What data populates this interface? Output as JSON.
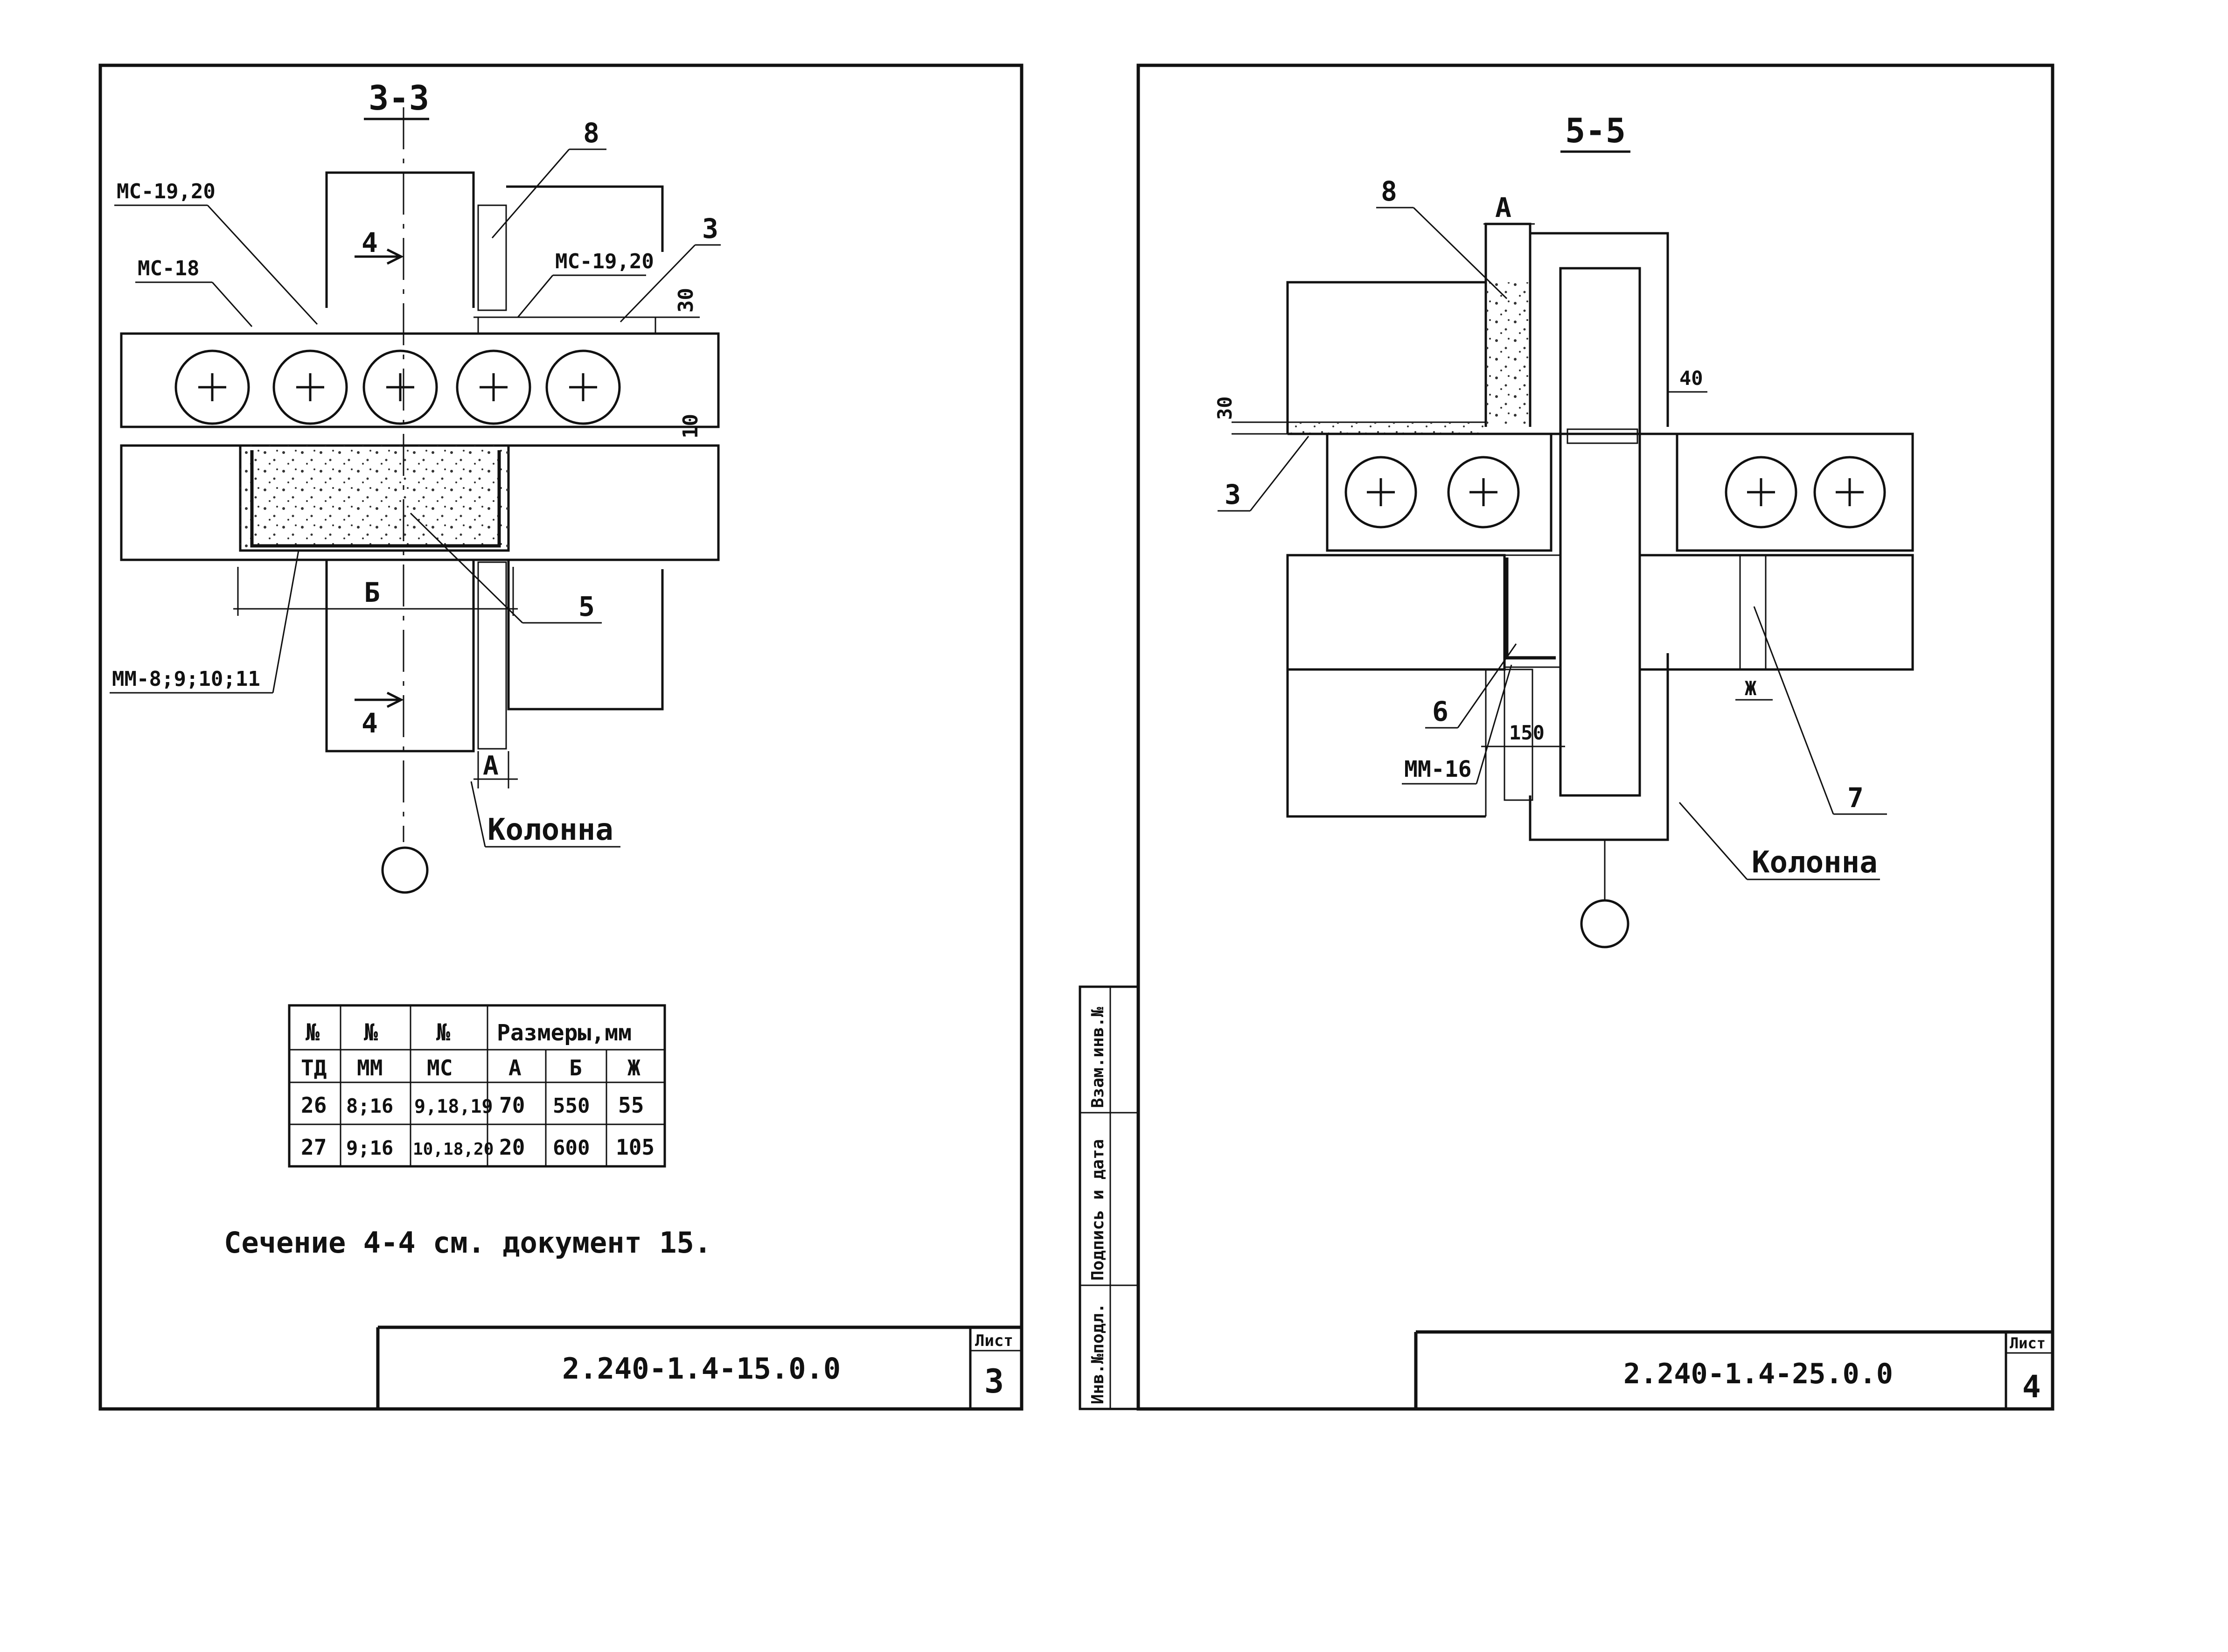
{
  "left_sheet": {
    "section_title": "3-3",
    "labels": {
      "mc_19_20_a": "МС-19,20",
      "mc_18": "МС-18",
      "mc_19_20_b": "МС-19,20",
      "pos_8": "8",
      "pos_3": "3",
      "pos_5": "5",
      "mm_list": "ММ-8;9;10;11",
      "b_dim": "Б",
      "a_dim": "А",
      "arrow_4_top": "4",
      "arrow_4_bottom": "4",
      "dim_30": "30",
      "dim_10": "10",
      "column": "Колонна"
    },
    "table": {
      "headers_top": [
        "№",
        "№",
        "№",
        "Размеры,мм"
      ],
      "headers_bottom": [
        "ТД",
        "ММ",
        "МС",
        "А",
        "Б",
        "Ж"
      ],
      "rows": [
        [
          "26",
          "8;16",
          "9,18,19",
          "70",
          "550",
          "55"
        ],
        [
          "27",
          "9;16",
          "10,18,20",
          "20",
          "600",
          "105"
        ]
      ]
    },
    "note": "Сечение 4-4 см. документ 15.",
    "title_block": {
      "doc_code": "2.240-1.4-15.0.0",
      "sheet_label": "Лист",
      "sheet_no": "3"
    }
  },
  "right_sheet": {
    "section_title": "5-5",
    "labels": {
      "pos_8": "8",
      "a_dim": "А",
      "dim_40": "40",
      "dim_30": "30",
      "pos_3": "3",
      "pos_6": "6",
      "mm_16": "ММ-16",
      "dim_150": "150",
      "zh_dim": "Ж",
      "pos_7": "7",
      "column": "Колонна"
    },
    "side_stamp": [
      "Инв.№подл.",
      "Подпись и дата",
      "Взам.инв.№"
    ],
    "title_block": {
      "doc_code": "2.240-1.4-25.0.0",
      "sheet_label": "Лист",
      "sheet_no": "4"
    }
  }
}
